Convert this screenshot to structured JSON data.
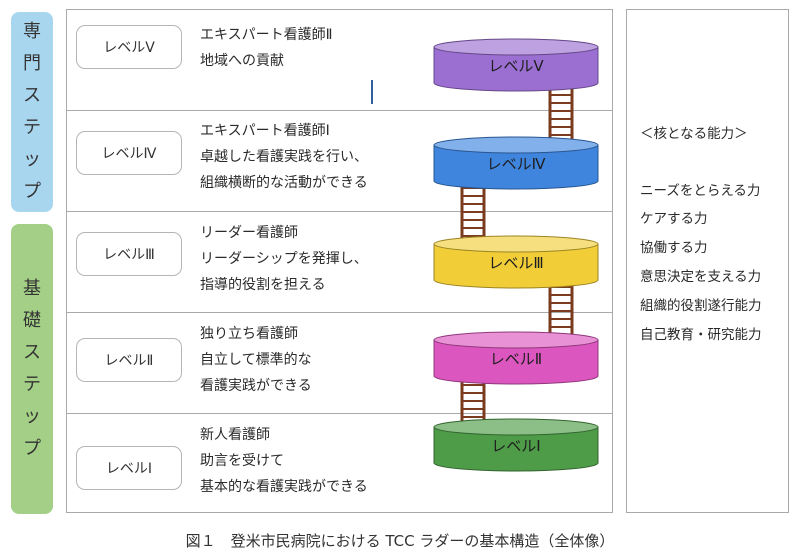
{
  "side_tabs": {
    "senmon": [
      "専",
      "門",
      "ス",
      "テ",
      "ッ",
      "プ"
    ],
    "kiso": [
      "基",
      "礎",
      "ス",
      "テ",
      "ッ",
      "プ"
    ]
  },
  "rows": [
    {
      "label": "レベルⅤ",
      "lines": [
        "エキスパート看護師Ⅱ",
        "地域への貢献"
      ]
    },
    {
      "label": "レベルⅣ",
      "lines": [
        "エキスパート看護師Ⅰ",
        "卓越した看護実践を行い、",
        "組織横断的な活動ができる"
      ]
    },
    {
      "label": "レベルⅢ",
      "lines": [
        "リーダー看護師",
        "リーダーシップを発揮し、",
        "指導的役割を担える"
      ]
    },
    {
      "label": "レベルⅡ",
      "lines": [
        "独り立ち看護師",
        "自立して標準的な",
        "看護実践ができる"
      ]
    },
    {
      "label": "レベルⅠ",
      "lines": [
        "新人看護師",
        "助言を受けて",
        "基本的な看護実践ができる"
      ]
    }
  ],
  "cylinders": [
    {
      "label": "レベルⅤ",
      "color": "#9b6fd1"
    },
    {
      "label": "レベルⅣ",
      "color": "#3f85de"
    },
    {
      "label": "レベルⅢ",
      "color": "#f1cd38"
    },
    {
      "label": "レベルⅡ",
      "color": "#dc56bf"
    },
    {
      "label": "レベルⅠ",
      "color": "#4e9b48"
    }
  ],
  "ladder_color": "#7a3b1e",
  "abilities": {
    "heading": "＜核となる能力＞",
    "items": [
      "ニーズをとらえる力",
      "ケアする力",
      "協働する力",
      "意思決定を支える力",
      "組織的役割遂行能力",
      "自己教育・研究能力"
    ]
  },
  "caption": "図１　登米市民病院における TCC ラダーの基本構造（全体像）"
}
